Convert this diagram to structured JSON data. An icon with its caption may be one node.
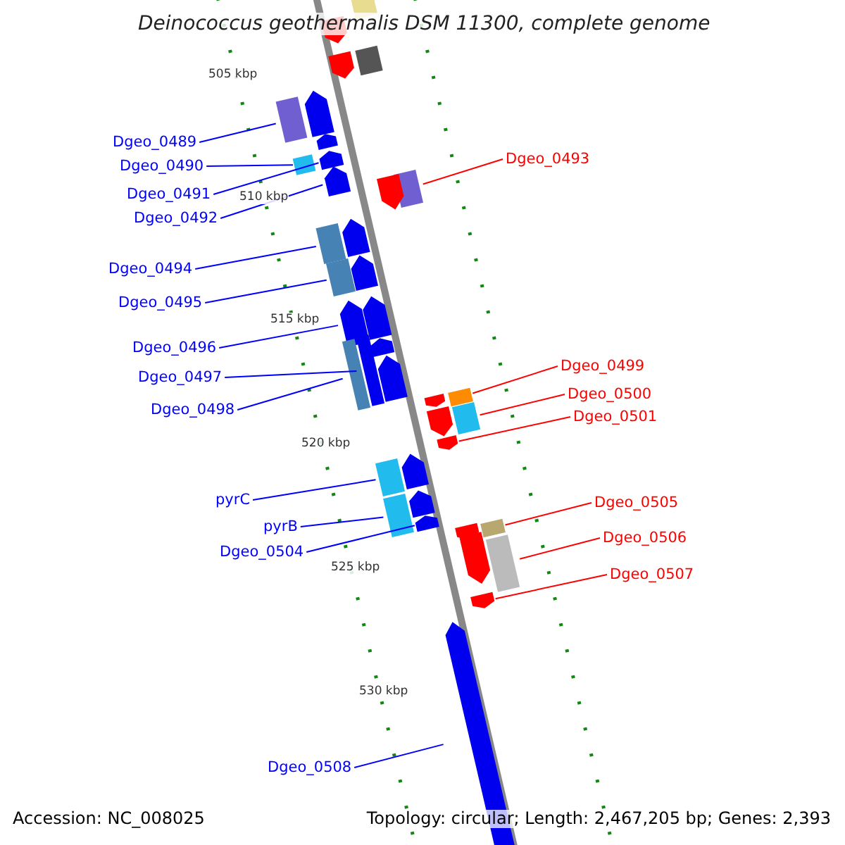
{
  "diagram": {
    "title": "Deinococcus geothermalis DSM 11300, complete genome",
    "nodes": [
      {
        "text": [
          "Dgeo_0489"
        ]
      },
      {
        "text": [
          "Dgeo_0490"
        ]
      },
      {
        "text": [
          "Dgeo_0491"
        ]
      },
      {
        "text": [
          "Dgeo_0492"
        ]
      },
      {
        "text": [
          "Dgeo_0493"
        ]
      },
      {
        "text": [
          "Dgeo_0494"
        ]
      },
      {
        "text": [
          "Dgeo_0495"
        ]
      },
      {
        "text": [
          "Dgeo_0496"
        ]
      },
      {
        "text": [
          "Dgeo_0497"
        ]
      },
      {
        "text": [
          "Dgeo_0498"
        ]
      },
      {
        "text": [
          "Dgeo_0499"
        ]
      },
      {
        "text": [
          "Dgeo_0500"
        ]
      },
      {
        "text": [
          "Dgeo_0501"
        ]
      },
      {
        "text": [
          "pyrC"
        ]
      },
      {
        "text": [
          "pyrB"
        ]
      },
      {
        "text": [
          "Dgeo_0504"
        ]
      },
      {
        "text": [
          "Dgeo_0505"
        ]
      },
      {
        "text": [
          "Dgeo_0506"
        ]
      },
      {
        "text": [
          "Dgeo_0507"
        ]
      },
      {
        "text": [
          "Dgeo_0508"
        ]
      },
      {
        "text": [],
        "shape": "bar"
      },
      {
        "text": [],
        "shape": "bar"
      },
      {
        "text": [],
        "shape": "bar"
      },
      {
        "text": [],
        "shape": "bar"
      },
      {
        "text": [],
        "shape": "bar"
      },
      {
        "text": [],
        "shape": "bar"
      },
      {
        "text": [],
        "shape": "bar"
      },
      {
        "text": [],
        "shape": "bar"
      },
      {
        "text": [],
        "shape": "bar"
      },
      {
        "text": [],
        "shape": "bar"
      },
      {
        "text": [],
        "shape": "bar"
      },
      {
        "text": [],
        "shape": "bar"
      },
      {
        "text": [],
        "shape": "bar"
      },
      {
        "text": [],
        "shape": "bar"
      },
      {
        "text": [],
        "shape": "bar"
      },
      {
        "text": [],
        "shape": "bar"
      },
      {
        "text": [],
        "shape": "bar"
      },
      {
        "text": [],
        "shape": "bar"
      },
      {
        "text": [],
        "shape": "bar"
      },
      {
        "text": [],
        "shape": "bar"
      },
      {
        "text": [],
        "shape": "bar"
      },
      {
        "text": [],
        "shape": "bar"
      },
      {
        "text": [],
        "shape": "bar"
      },
      {
        "text": [],
        "shape": "bar"
      },
      {
        "text": [],
        "shape": "bar"
      },
      {
        "text": [],
        "shape": "bar"
      },
      {
        "text": [],
        "shape": "bar"
      },
      {
        "text": [],
        "shape": "bar"
      },
      {
        "text": [],
        "shape": "bar"
      },
      {
        "text": [],
        "shape": "bar"
      },
      {
        "text": [],
        "shape": "bar"
      },
      {
        "text": [],
        "shape": "bar"
      },
      {
        "text": [],
        "shape": "bar"
      },
      {
        "text": [],
        "shape": "bar"
      },
      {
        "text": [],
        "shape": "bar"
      },
      {
        "text": [],
        "shape": "bar"
      },
      {
        "text": [],
        "shape": "bar"
      },
      {
        "text": [],
        "shape": "bar"
      }
    ],
    "edges": [
      {
        "from": 0,
        "to": 20,
        "arrow": "none"
      },
      {
        "from": 1,
        "to": 21,
        "arrow": "none"
      },
      {
        "from": 2,
        "to": 22,
        "arrow": "none"
      },
      {
        "from": 3,
        "to": 23,
        "arrow": "none"
      },
      {
        "from": 4,
        "to": 24,
        "arrow": "none",
        "color": "#ff0000"
      },
      {
        "from": 5,
        "to": 25,
        "arrow": "none"
      },
      {
        "from": 6,
        "to": 26,
        "arrow": "none"
      },
      {
        "from": 7,
        "to": 27,
        "arrow": "none"
      },
      {
        "from": 8,
        "to": 28,
        "arrow": "none"
      },
      {
        "from": 9,
        "to": 29,
        "arrow": "none"
      },
      {
        "from": 10,
        "to": 30,
        "arrow": "none",
        "color": "#ff0000"
      },
      {
        "from": 11,
        "to": 31,
        "arrow": "none",
        "color": "#ff0000"
      },
      {
        "from": 12,
        "to": 32,
        "arrow": "none",
        "color": "#ff0000"
      },
      {
        "from": 13,
        "to": 33,
        "arrow": "none"
      },
      {
        "from": 14,
        "to": 34,
        "arrow": "none"
      },
      {
        "from": 15,
        "to": 35,
        "arrow": "none"
      },
      {
        "from": 16,
        "to": 36,
        "arrow": "none",
        "color": "#ff0000"
      },
      {
        "from": 17,
        "to": 37,
        "arrow": "none",
        "color": "#ff0000"
      },
      {
        "from": 18,
        "to": 38,
        "arrow": "none",
        "color": "#ff0000"
      },
      {
        "from": 19,
        "to": 39,
        "arrow": "none"
      }
    ],
    "labels": [
      "505 kbp",
      "510 kbp",
      "515 kbp",
      "520 kbp",
      "525 kbp",
      "530 kbp",
      "Accession: NC_008025",
      "Topology: circular; Length: 2,467,205 bp; Genes: 2,393"
    ]
  }
}
